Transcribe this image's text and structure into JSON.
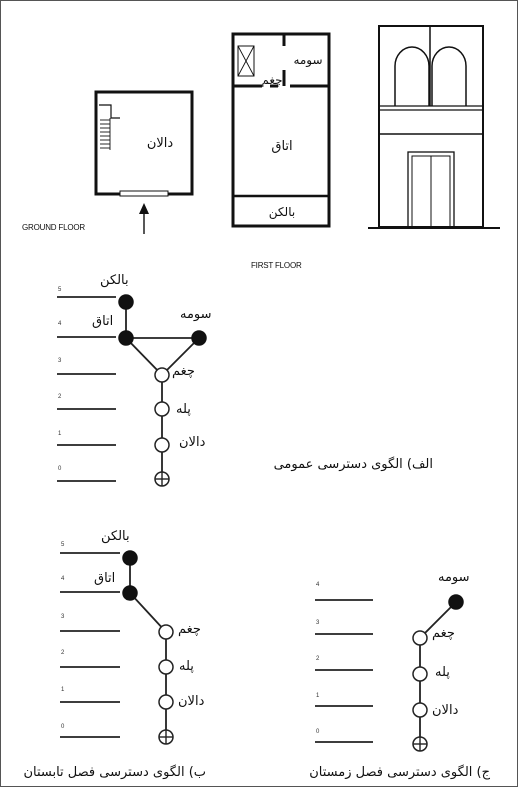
{
  "plans": {
    "ground_floor": {
      "caption": "GROUND FLOOR",
      "room": "دالان"
    },
    "first_floor": {
      "caption": "FIRST FLOOR",
      "rooms": {
        "sumeh": "سومه",
        "choghom": "چغم",
        "otagh": "اتاق",
        "balkon": "بالکن"
      }
    }
  },
  "diagram_a": {
    "caption": "الف) الگوی دسترسی عمومی",
    "levels": [
      "5",
      "4",
      "3",
      "2",
      "1",
      "0"
    ],
    "labels": {
      "balkon": "بالکن",
      "otagh": "اتاق",
      "sumeh": "سومه",
      "choghom": "چغم",
      "pelleh": "پله",
      "dalan": "دالان"
    }
  },
  "diagram_b": {
    "caption": "ب) الگوی دسترسی فصل تابستان",
    "levels": [
      "5",
      "4",
      "3",
      "2",
      "1",
      "0"
    ],
    "labels": {
      "balkon": "بالکن",
      "otagh": "اتاق",
      "choghom": "چغم",
      "pelleh": "پله",
      "dalan": "دالان"
    }
  },
  "diagram_c": {
    "caption": "ج) الگوی دسترسی فصل زمستان",
    "levels": [
      "4",
      "3",
      "2",
      "1",
      "0"
    ],
    "labels": {
      "sumeh": "سومه",
      "choghom": "چغم",
      "pelleh": "پله",
      "dalan": "دالان"
    }
  }
}
